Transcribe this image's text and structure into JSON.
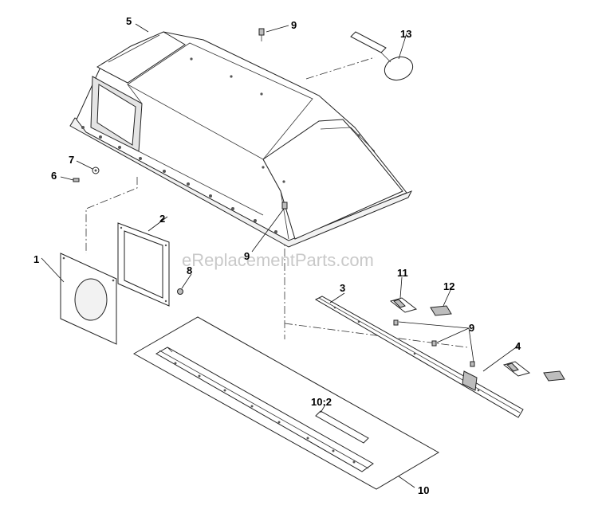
{
  "watermark": "eReplacementParts.com",
  "callouts": {
    "c1": "1",
    "c2": "2",
    "c3": "3",
    "c4": "4",
    "c5": "5",
    "c6": "6",
    "c7": "7",
    "c8": "8",
    "c9_top": "9",
    "c9_mid": "9",
    "c9_right": "9",
    "c10": "10",
    "c10_2": "10:2",
    "c11": "11",
    "c12": "12",
    "c13": "13"
  }
}
